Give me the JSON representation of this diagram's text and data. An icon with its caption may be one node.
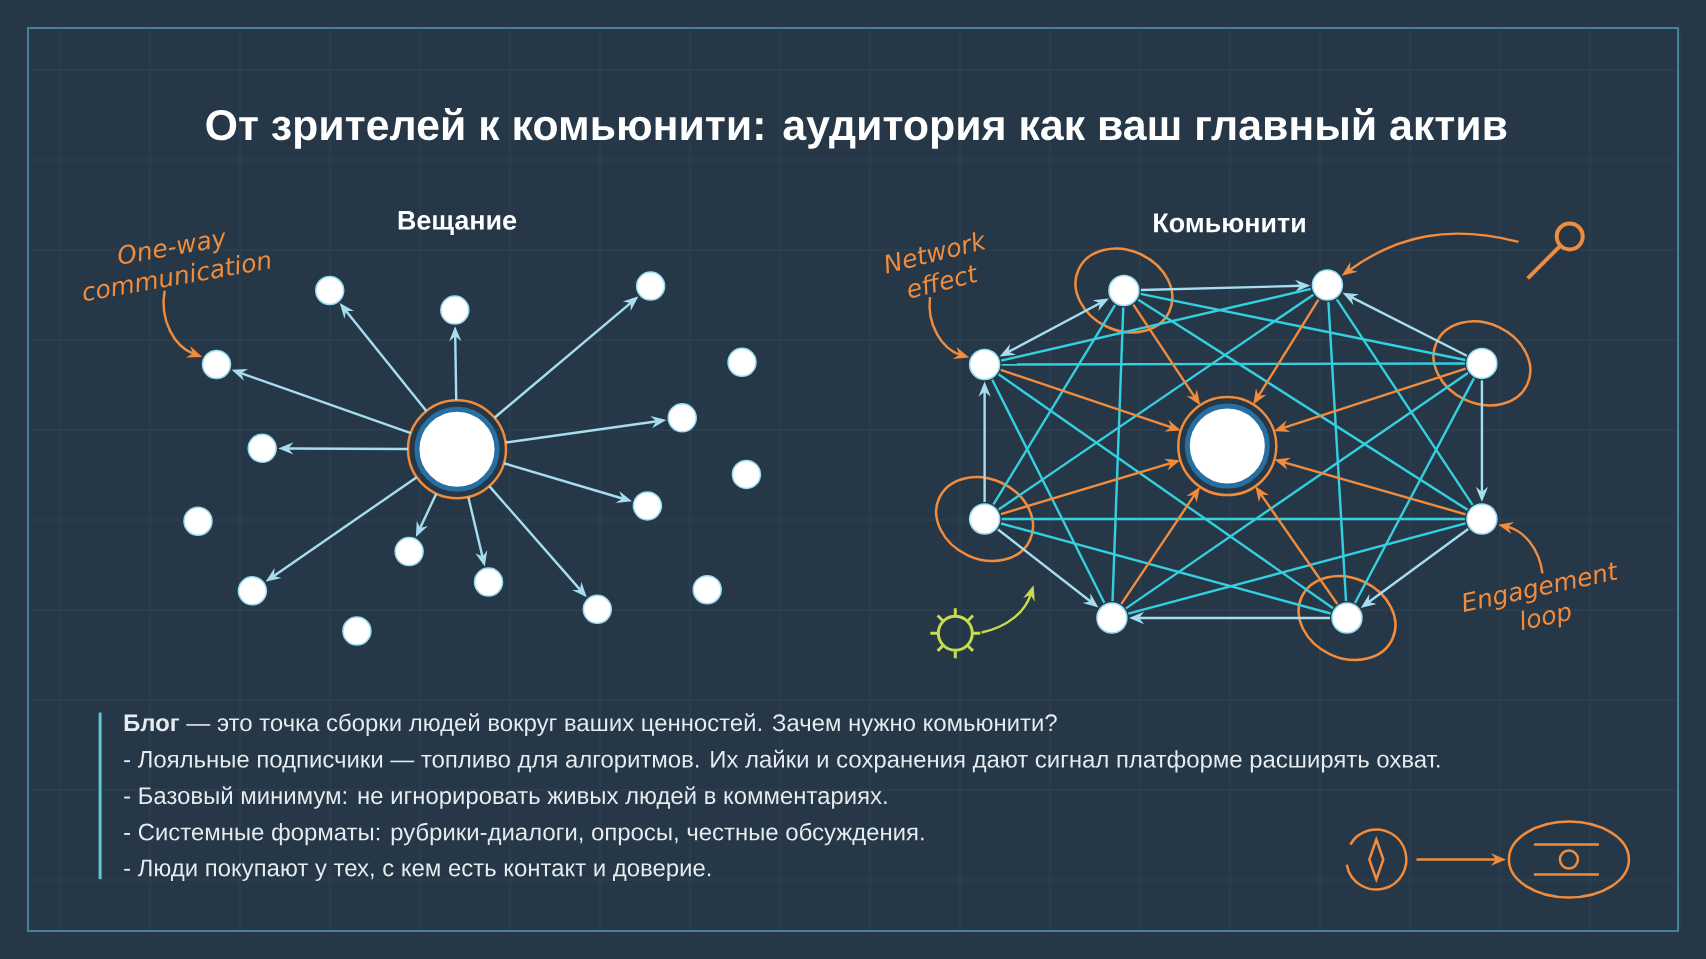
{
  "diagram": {
    "title": "От зрителей к комьюнити: аудитория как ваш главный актив",
    "nodes": [
      {
        "text": [],
        "shape": "circle"
      },
      {
        "text": [],
        "shape": "circle"
      },
      {
        "text": [],
        "shape": "circle"
      },
      {
        "text": [],
        "shape": "circle"
      },
      {
        "text": [],
        "shape": "circle"
      },
      {
        "text": [],
        "shape": "circle"
      },
      {
        "text": [],
        "shape": "circle"
      },
      {
        "text": [],
        "shape": "circle"
      },
      {
        "text": [],
        "shape": "circle"
      },
      {
        "text": [],
        "shape": "circle"
      },
      {
        "text": [],
        "shape": "circle"
      },
      {
        "text": [],
        "shape": "circle"
      },
      {
        "text": [],
        "shape": "circle"
      },
      {
        "text": [],
        "shape": "circle"
      },
      {
        "text": [],
        "shape": "circle"
      },
      {
        "text": [],
        "shape": "circle"
      },
      {
        "text": [],
        "shape": "circle"
      },
      {
        "text": [],
        "shape": "circle"
      },
      {
        "text": [],
        "shape": "circle"
      },
      {
        "text": [],
        "shape": "circle"
      },
      {
        "text": [],
        "shape": "circle"
      },
      {
        "text": [],
        "shape": "circle"
      },
      {
        "text": [],
        "shape": "circle"
      },
      {
        "text": [],
        "shape": "circle"
      },
      {
        "text": [],
        "shape": "circle"
      },
      {
        "text": [],
        "shape": "circle"
      },
      {
        "text": [
          "One-way communication"
        ]
      },
      {
        "text": [
          "Network effect"
        ]
      },
      {
        "text": [
          "Engagement loop"
        ]
      },
      {
        "text": [],
        "shape": "picture"
      },
      {
        "text": [],
        "shape": "picture"
      },
      {
        "text": [],
        "shape": "picture"
      },
      {
        "text": [],
        "shape": "picture"
      }
    ],
    "edges": [
      {
        "from": 0,
        "to": 1,
        "arrow": "to"
      },
      {
        "from": 0,
        "to": 2,
        "arrow": "to"
      },
      {
        "from": 0,
        "to": 3,
        "arrow": "to"
      },
      {
        "from": 0,
        "to": 5,
        "arrow": "to"
      },
      {
        "from": 0,
        "to": 6,
        "arrow": "to"
      },
      {
        "from": 0,
        "to": 7,
        "arrow": "to"
      },
      {
        "from": 0,
        "to": 9,
        "arrow": "to"
      },
      {
        "from": 0,
        "to": 11,
        "arrow": "to"
      },
      {
        "from": 0,
        "to": 12,
        "arrow": "to"
      },
      {
        "from": 0,
        "to": 13,
        "arrow": "to"
      },
      {
        "from": 0,
        "to": 15,
        "arrow": "to"
      },
      {
        "from": 18,
        "to": 19,
        "arrow": "to"
      },
      {
        "from": 20,
        "to": 19,
        "arrow": "to"
      },
      {
        "from": 20,
        "to": 21,
        "arrow": "to"
      },
      {
        "from": 21,
        "to": 22,
        "arrow": "to"
      },
      {
        "from": 22,
        "to": 23,
        "arrow": "to"
      },
      {
        "from": 24,
        "to": 23,
        "arrow": "to"
      },
      {
        "from": 24,
        "to": 25,
        "arrow": "to"
      },
      {
        "from": 25,
        "to": 18,
        "arrow": "both"
      },
      {
        "from": 18,
        "to": 20,
        "arrow": "none",
        "color": "#35d0e0"
      },
      {
        "from": 19,
        "to": 21,
        "arrow": "none",
        "color": "#35d0e0"
      },
      {
        "from": 20,
        "to": 22,
        "arrow": "none",
        "color": "#35d0e0"
      },
      {
        "from": 21,
        "to": 23,
        "arrow": "none",
        "color": "#35d0e0"
      },
      {
        "from": 22,
        "to": 24,
        "arrow": "none",
        "color": "#35d0e0"
      },
      {
        "from": 23,
        "to": 25,
        "arrow": "none",
        "color": "#35d0e0"
      },
      {
        "from": 18,
        "to": 24,
        "arrow": "none",
        "color": "#35d0e0"
      },
      {
        "from": 19,
        "to": 25,
        "arrow": "none",
        "color": "#35d0e0"
      },
      {
        "from": 18,
        "to": 21,
        "arrow": "none",
        "color": "#35d0e0"
      },
      {
        "from": 19,
        "to": 22,
        "arrow": "none",
        "color": "#35d0e0"
      },
      {
        "from": 20,
        "to": 23,
        "arrow": "none",
        "color": "#35d0e0"
      },
      {
        "from": 21,
        "to": 24,
        "arrow": "none",
        "color": "#35d0e0"
      },
      {
        "from": 22,
        "to": 25,
        "arrow": "none",
        "color": "#35d0e0"
      },
      {
        "from": 18,
        "to": 23,
        "arrow": "none",
        "color": "#35d0e0"
      },
      {
        "from": 19,
        "to": 24,
        "arrow": "none",
        "color": "#35d0e0"
      },
      {
        "from": 20,
        "to": 25,
        "arrow": "none",
        "color": "#35d0e0"
      },
      {
        "from": 18,
        "to": 17,
        "arrow": "to",
        "color": "#f28c3c"
      },
      {
        "from": 19,
        "to": 17,
        "arrow": "to",
        "color": "#f28c3c"
      },
      {
        "from": 20,
        "to": 17,
        "arrow": "to",
        "color": "#f28c3c"
      },
      {
        "from": 21,
        "to": 17,
        "arrow": "to",
        "color": "#f28c3c"
      },
      {
        "from": 22,
        "to": 17,
        "arrow": "to",
        "color": "#f28c3c"
      },
      {
        "from": 23,
        "to": 17,
        "arrow": "to",
        "color": "#f28c3c"
      },
      {
        "from": 24,
        "to": 17,
        "arrow": "to",
        "color": "#f28c3c"
      },
      {
        "from": 25,
        "to": 17,
        "arrow": "to",
        "color": "#f28c3c"
      },
      {
        "from": 26,
        "to": 5,
        "arrow": "to",
        "color": "#f28c3c"
      },
      {
        "from": 27,
        "to": 25,
        "arrow": "to",
        "color": "#f28c3c"
      },
      {
        "from": 28,
        "to": 21,
        "arrow": "to",
        "color": "#f28c3c"
      },
      {
        "from": 29,
        "to": 19,
        "arrow": "to",
        "color": "#f28c3c"
      },
      {
        "from": 30,
        "to": null,
        "arrow": "to",
        "color": "#c6dc50"
      },
      {
        "from": 31,
        "to": 32,
        "arrow": "to",
        "color": "#f28c3c"
      }
    ],
    "labels": [
      "Вещание",
      "Комьюнити",
      "**Блог** — это точка сборки людей вокруг ваших ценностей. Зачем нужно комьюнити?",
      "- Лояльные подписчики — топливо для алгоритмов. Их лайки и сохранения дают сигнал платформе расширять охват.",
      "- Базовый минимум: не игнорировать живых людей в комментариях.",
      "- Системные форматы: рубрики-диалоги, опросы, честные обсуждения.",
      "- Люди покупают у тех, с кем есть контакт и доверие."
    ]
  }
}
